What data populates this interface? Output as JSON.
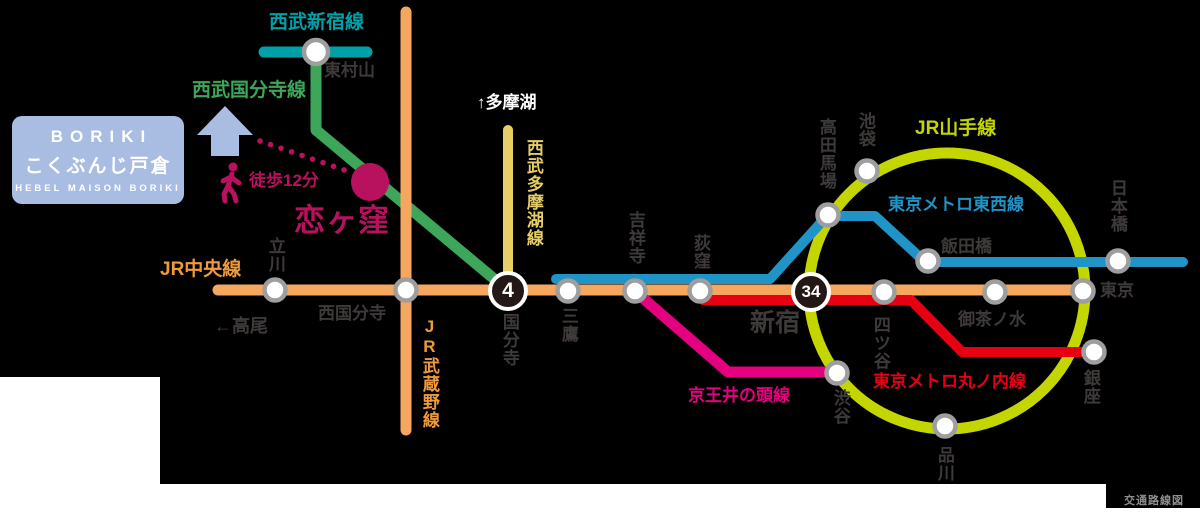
{
  "title_card": {
    "brand": "BORIKI",
    "name": "こくぶんじ戸倉",
    "subtitle": "HEBEL MAISON BORIKI"
  },
  "walk": {
    "label": "徒歩12分"
  },
  "directions": {
    "tamako": "↑多摩湖",
    "takao": "←高尾"
  },
  "badges": {
    "kokubunji": "4",
    "shinjuku": "34"
  },
  "lines": {
    "seibu_shinjuku": {
      "label": "西武新宿線",
      "color": "#00A0A8"
    },
    "seibu_kokubunji": {
      "label": "西武国分寺線",
      "color": "#3EA659"
    },
    "seibu_tamako": {
      "label": "西武多摩湖線",
      "color": "#E6CD66"
    },
    "jr_chuo": {
      "label": "JR中央線",
      "color": "#F5A75F"
    },
    "jr_musashino": {
      "label": "JR武蔵野線",
      "color": "#F5A75F"
    },
    "jr_yamanote": {
      "label": "JR山手線",
      "color": "#C3D600"
    },
    "tozai": {
      "label": "東京メトロ東西線",
      "color": "#2093C7"
    },
    "marunouchi": {
      "label": "東京メトロ丸ノ内線",
      "color": "#E60012"
    },
    "keio_inokashira": {
      "label": "京王井の頭線",
      "color": "#E4007F"
    }
  },
  "stations": {
    "higashimurayama": "東村山",
    "koigakubo": "恋ヶ窪",
    "tachikawa": "立川",
    "nishi_kokubunji": "西国分寺",
    "kokubunji": "国分寺",
    "mitaka": "三鷹",
    "kichijoji": "吉祥寺",
    "ogikubo": "荻窪",
    "shinjuku": "新宿",
    "takadanobaba": "高田馬場",
    "ikebukuro": "池袋",
    "iidabashi": "飯田橋",
    "nihombashi": "日本橋",
    "yotsuya": "四ツ谷",
    "ochanomizu": "御茶ノ水",
    "tokyo": "東京",
    "ginza": "銀座",
    "shibuya": "渋谷",
    "shinagawa": "品川"
  },
  "footer": {
    "label": "交通路線図"
  },
  "colors": {
    "highlight_magenta": "#B8125F",
    "card_blue": "#A9BCE1",
    "station_ring": "#9E9E9F",
    "label_dark": "#3E3A39",
    "badge_dark": "#231815",
    "background": "#000000",
    "panel_white": "#FFFFFF",
    "footer_gray": "#8E8E8E"
  }
}
